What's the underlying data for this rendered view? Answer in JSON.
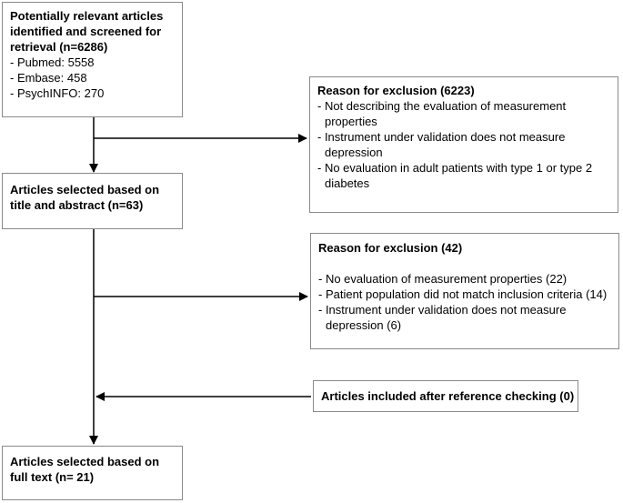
{
  "boxes": {
    "identified": {
      "title": "Potentially relevant  articles identified and screened for retrieval (n=6286)",
      "title_lines": [
        "Potentially relevant  articles",
        "identified and screened for",
        "retrieval (n=6286)"
      ],
      "items": [
        "- Pubmed:  5558",
        "- Embase: 458",
        "- PsychINFO: 270"
      ]
    },
    "exclusion1": {
      "title": "Reason for exclusion (6223)",
      "items": [
        "- Not describing the evaluation of   measurement properties",
        "- Instrument under validation does not measure depression",
        "- No evaluation in adult patients with type 1 or type 2 diabetes"
      ],
      "item_lines": [
        "- Not describing the evaluation of   measurement",
        "  properties",
        "- Instrument under validation does not measure",
        "  depression",
        "- No evaluation in adult patients with type 1 or type 2",
        "  diabetes"
      ]
    },
    "title_abstract": {
      "title": "Articles selected based on title and abstract (n=63)",
      "title_lines": [
        "Articles selected based on",
        "title and abstract (n=63)"
      ]
    },
    "exclusion2": {
      "title": "Reason for exclusion (42)",
      "items": [
        "- No evaluation of measurement properties (22)",
        "- Patient population did not match inclusion criteria (14)",
        "- Instrument under validation does not measure depression (6)"
      ],
      "item_lines": [
        "- No evaluation of measurement properties (22)",
        "- Patient population did not match inclusion criteria (14)",
        "- Instrument under validation does not measure",
        "  depression (6)"
      ]
    },
    "reference_check": {
      "title": "Articles included after reference checking (0)"
    },
    "full_text": {
      "title": "Articles selected based on full text (n= 21)",
      "title_lines": [
        "Articles selected based on",
        "full text (n= 21)"
      ]
    }
  },
  "colors": {
    "border": "#8a8a8a",
    "arrow": "#000000"
  }
}
